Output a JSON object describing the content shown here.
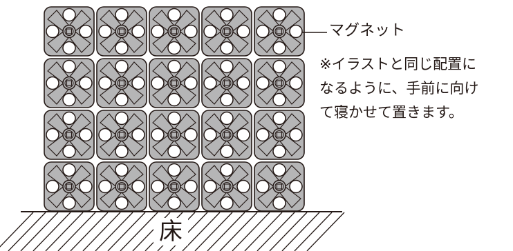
{
  "labels": {
    "magnet": "マグネット",
    "note_lines": [
      "※イラストと同じ配置に",
      "なるように、手前に向け",
      "て寝かせて置きます。"
    ],
    "floor": "床"
  },
  "grid": {
    "rows": 4,
    "columns": 5
  },
  "colors": {
    "tile_fill": "#b5b5b6",
    "outline": "#231815",
    "circle_fill": "#ffffff",
    "text": "#231815"
  }
}
